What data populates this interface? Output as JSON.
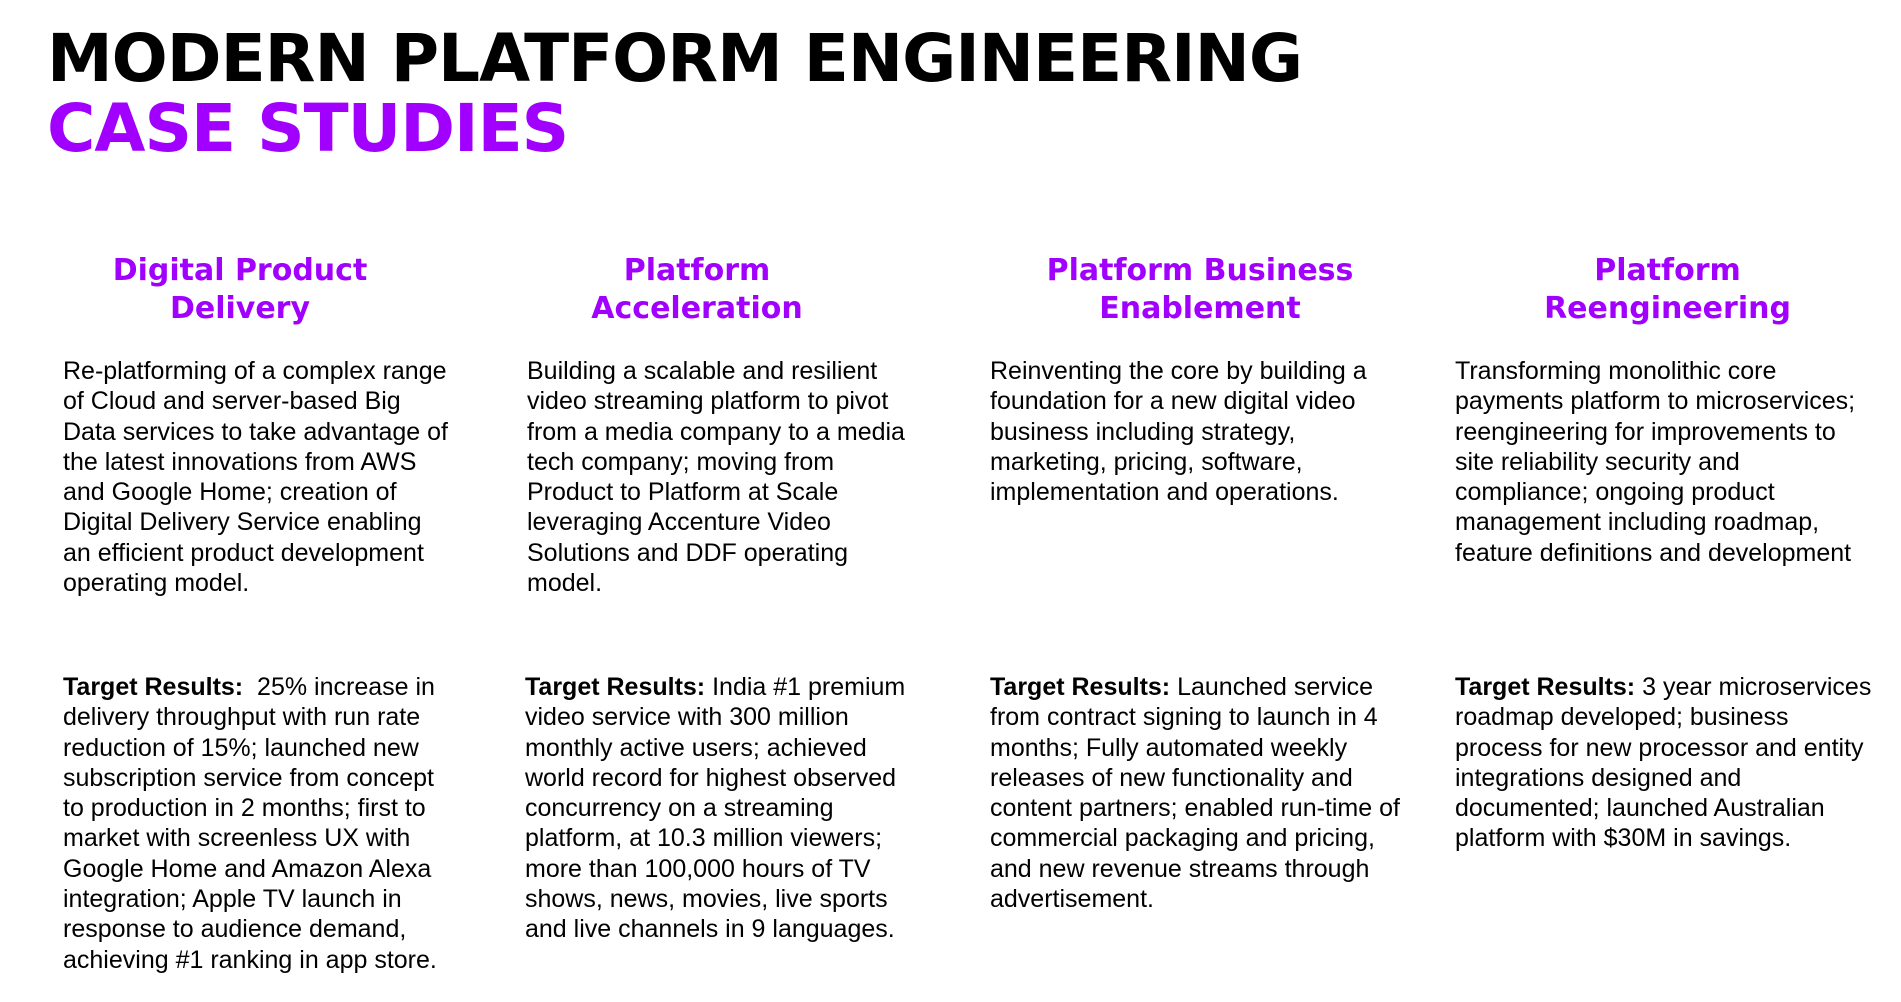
{
  "title": {
    "line1": "MODERN PLATFORM ENGINEERING",
    "line2": "CASE STUDIES"
  },
  "colors": {
    "accent": "#a100ff",
    "text": "#000000",
    "background": "#ffffff"
  },
  "results_label": "Target Results:",
  "columns": [
    {
      "heading_line1": "Digital Product",
      "heading_line2": "Delivery",
      "description": "Re-platforming of a complex range of Cloud and server-based Big Data services to take advantage of the latest innovations from AWS and Google Home; creation of Digital Delivery Service enabling an efficient product development operating model.",
      "results": "25% increase in delivery throughput with run rate reduction of 15%; launched new subscription service from concept to production in 2 months;  first to market with screenless UX  with  Google Home and Amazon Alexa integration;  Apple TV launch in response to audience demand, achieving #1 ranking in app store."
    },
    {
      "heading_line1": "Platform",
      "heading_line2": "Acceleration",
      "description": "Building a scalable and resilient video streaming platform to pivot from a media company to a media tech company; moving from Product to Platform at Scale leveraging Accenture Video Solutions and DDF operating model.",
      "results": "India #1 premium video service with 300 million monthly active users; achieved world record for highest observed concurrency on a streaming platform, at 10.3 million viewers; more than 100,000 hours of TV shows, news, movies, live sports and live channels in 9 languages."
    },
    {
      "heading_line1": "Platform Business",
      "heading_line2": "Enablement",
      "description": "Reinventing the core by building a foundation for a new digital video business  including strategy, marketing, pricing, software, implementation and operations.",
      "results": "Launched service from contract signing to launch in 4 months; Fully automated weekly releases of new functionality and content partners; enabled run-time of commercial packaging and pricing, and new revenue streams through advertisement."
    },
    {
      "heading_line1": "Platform",
      "heading_line2": "Reengineering",
      "description": "Transforming monolithic core payments platform to microservices; reengineering for improvements to site reliability security and compliance; ongoing product management including roadmap, feature definitions and development",
      "results": "3 year microservices roadmap developed; business process for new processor and entity integrations designed and documented; launched Australian platform with $30M in savings."
    }
  ]
}
